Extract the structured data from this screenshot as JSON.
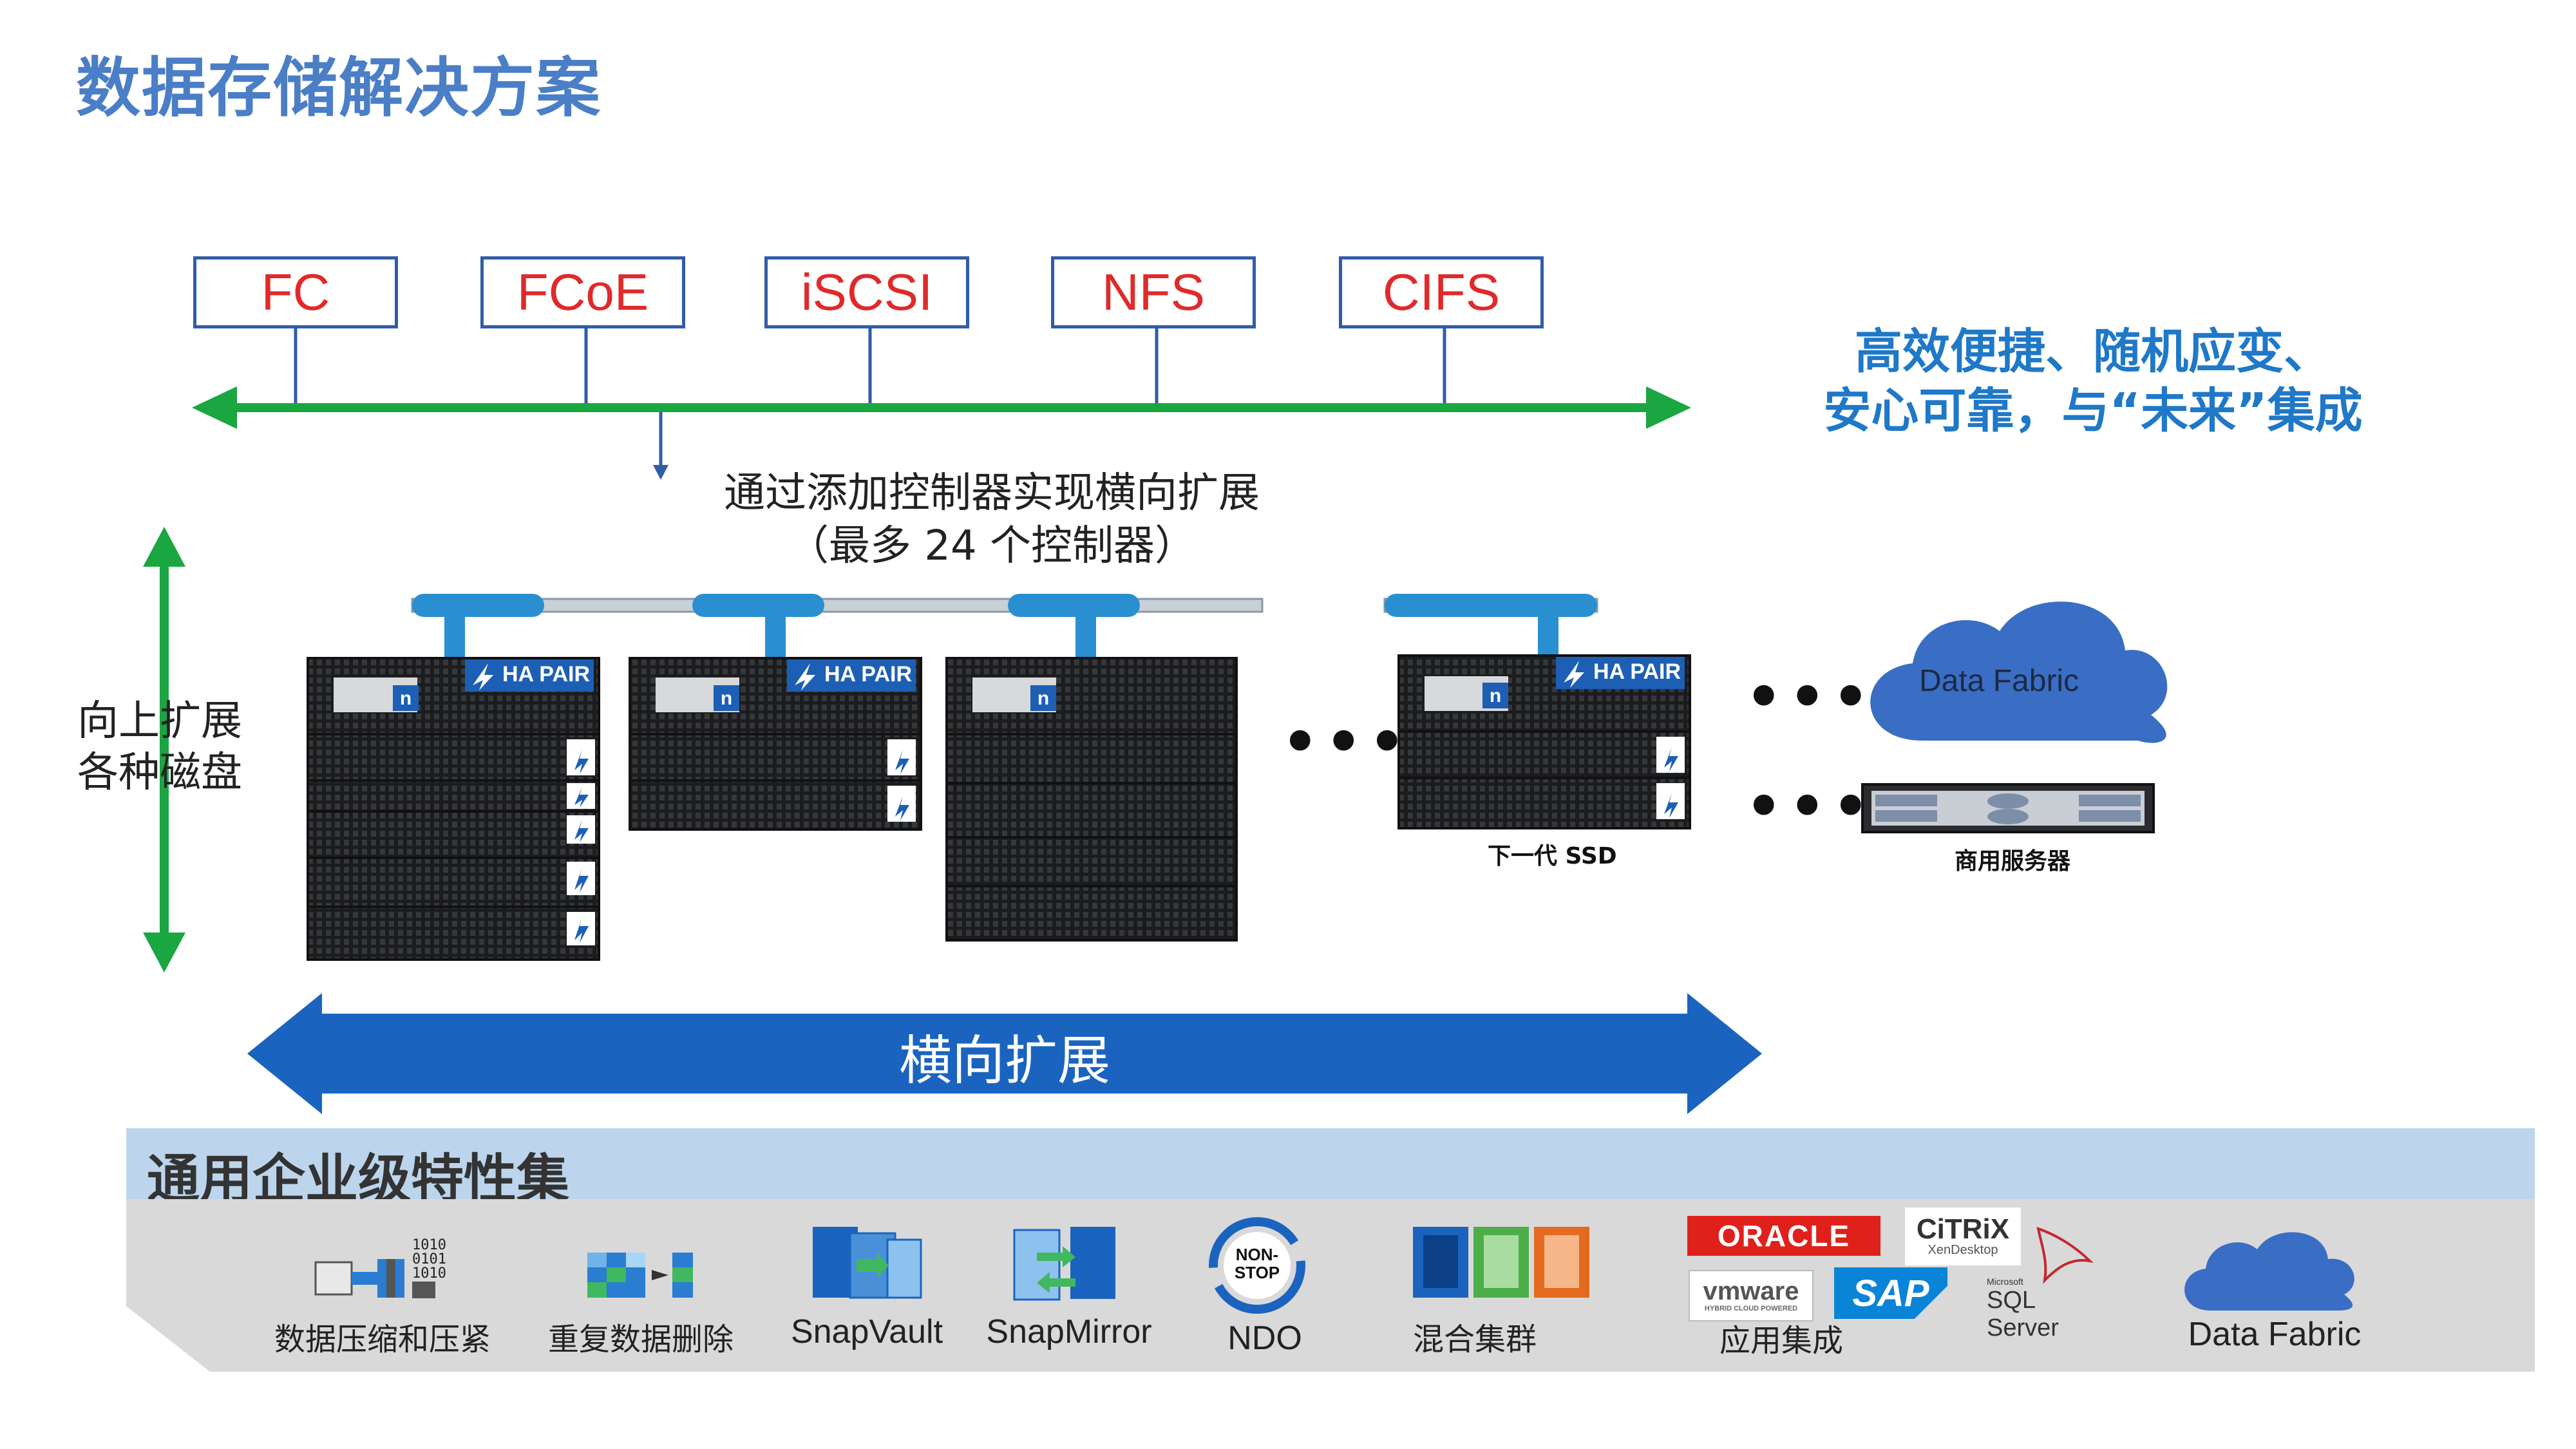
{
  "title": "数据存储解决方案",
  "protocols": [
    "FC",
    "FCoE",
    "iSCSI",
    "NFS",
    "CIFS"
  ],
  "tagline": {
    "line1": "高效便捷、随机应变、",
    "line2": "安心可靠，与“未来”集成"
  },
  "scale_out_note": {
    "line1": "通过添加控制器实现横向扩展",
    "line2": "（最多 24 个控制器）"
  },
  "scale_up": {
    "line1": "向上扩展",
    "line2": "各种磁盘"
  },
  "ha_pair_label": "HA PAIR",
  "ellipsis": "•••",
  "next_gen_ssd_label": "下一代 SSD",
  "data_fabric_label": "Data Fabric",
  "commodity_server_label": "商用服务器",
  "scale_out_label": "横向扩展",
  "features_heading": "通用企业级特性集",
  "features": [
    {
      "label": "数据压缩和压紧",
      "icon": "compression-icon"
    },
    {
      "label": "重复数据删除",
      "icon": "dedup-icon"
    },
    {
      "label": "SnapVault",
      "icon": "snapvault-icon"
    },
    {
      "label": "SnapMirror",
      "icon": "snapmirror-icon"
    },
    {
      "label": "NDO",
      "icon": "ndo-icon"
    },
    {
      "label": "混合集群",
      "icon": "hybrid-cluster-icon"
    },
    {
      "label": "应用集成",
      "icon": "app-integration-icon"
    },
    {
      "label": "Data Fabric",
      "icon": "cloud-icon"
    }
  ],
  "ndo_badge": {
    "line1": "NON-",
    "line2": "STOP"
  },
  "compression_bits": [
    "1010",
    "0101",
    "1010"
  ],
  "app_logos": {
    "oracle": "ORACLE",
    "citrix": "CiTRiX",
    "citrix_sub": "XenDesktop",
    "vmware": "vmware",
    "vmware_sub": "HYBRID CLOUD POWERED",
    "sap": "SAP",
    "sql_pre": "Microsoft",
    "sql": "SQL Server"
  },
  "colors": {
    "title": "#4a7ec6",
    "protocol_text": "#e02a2a",
    "protocol_border": "#2f5da8",
    "green_arrow": "#1aa640",
    "tagline": "#1f78c8",
    "scale_arrow": "#1a64c0",
    "cloud": "#3a6ec5",
    "band_head": "#bcd5ec",
    "band_body": "#d9d9d9"
  }
}
